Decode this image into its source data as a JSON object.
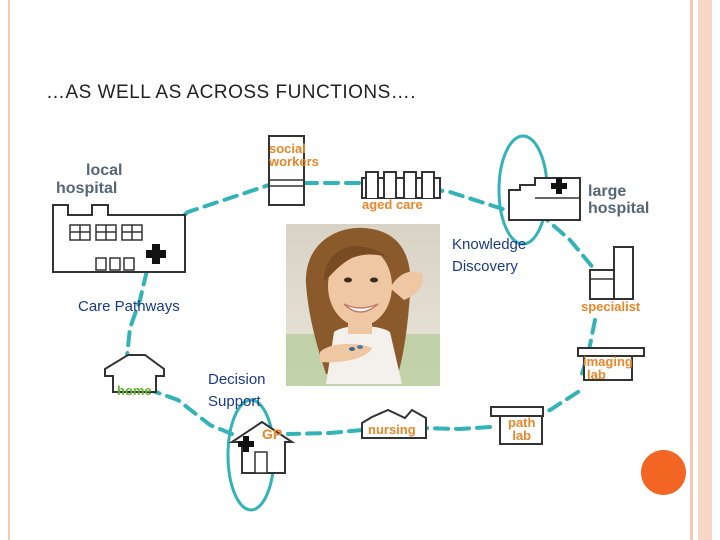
{
  "slide": {
    "title": "…AS WELL AS ACROSS FUNCTIONS….",
    "colors": {
      "connector": "#33b3b8",
      "accent": "#f26522",
      "label_gray": "#556677",
      "label_orange": "#e8862a",
      "label_green": "#66b030",
      "callout_text": "#1a3a88"
    }
  },
  "nodes": {
    "local_hospital": {
      "line1": "local",
      "line2": "hospital",
      "icon": "hospital-building-icon"
    },
    "social_workers": {
      "line1": "social",
      "line2": "workers",
      "icon": "office-building-icon"
    },
    "aged_care": {
      "label": "aged care",
      "icon": "aged-care-building-icon"
    },
    "large_hospital": {
      "line1": "large",
      "line2": "hospital",
      "icon": "large-hospital-icon"
    },
    "specialist": {
      "label": "specialist",
      "icon": "specialist-building-icon"
    },
    "imaging_lab": {
      "line1": "imaging",
      "line2": "lab",
      "icon": "imaging-lab-icon"
    },
    "path_lab": {
      "line1": "path",
      "line2": "lab",
      "icon": "path-lab-icon"
    },
    "nursing": {
      "label": "nursing",
      "icon": "nursing-house-icon"
    },
    "gp": {
      "label": "GP",
      "icon": "gp-clinic-icon"
    },
    "home": {
      "label": "home",
      "icon": "home-house-icon"
    }
  },
  "callouts": {
    "knowledge_discovery": {
      "line1": "Knowledge",
      "line2": "Discovery"
    },
    "care_pathways": {
      "label": "Care Pathways"
    },
    "decision_support": {
      "line1": "Decision",
      "line2": "Support"
    }
  },
  "photo": {
    "subject": "smiling woman holding pills",
    "icon": "woman-photo"
  }
}
